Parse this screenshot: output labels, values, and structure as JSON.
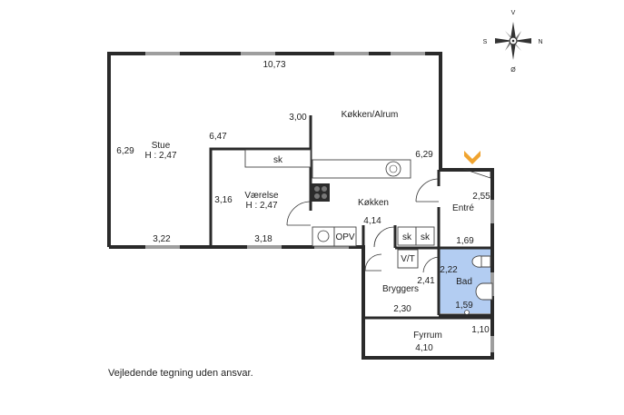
{
  "plan": {
    "rooms": {
      "stue_name": "Stue",
      "stue_height": "H : 2,47",
      "kokken_alrum": "Køkken/Alrum",
      "vaerelse_name": "Værelse",
      "vaerelse_height": "H : 2,47",
      "kokken": "Køkken",
      "entre": "Entré",
      "bad": "Bad",
      "bryggers": "Bryggers",
      "fyrrum": "Fyrrum"
    },
    "fixtures": {
      "sk_kitchen": "sk",
      "sk_left": "sk",
      "sk_right": "sk",
      "opv": "OPV",
      "vt": "V/T"
    },
    "dimensions": {
      "top_width": "10,73",
      "stue_depth": "6,29",
      "alrum_depth": "6,29",
      "wall_3_00": "3,00",
      "vaerelse_6_47": "6,47",
      "vaerelse_depth": "3,16",
      "stue_bottom": "3,22",
      "vaerelse_bottom": "3,18",
      "kokken_width": "4,14",
      "entre_depth": "2,55",
      "entre_width": "1,69",
      "bad_depth": "2,22",
      "bad_width": "1,59",
      "bryggers_depth": "2,41",
      "bryggers_width": "2,30",
      "fyrrum_depth": "1,10",
      "fyrrum_width": "4,10"
    },
    "compass": {
      "n": "N",
      "s": "S",
      "v": "V",
      "o": "Ø"
    },
    "bad_fill": "#b3cdf2",
    "entrance_arrow_color": "#f0a430"
  },
  "disclaimer": "Vejledende tegning uden ansvar."
}
